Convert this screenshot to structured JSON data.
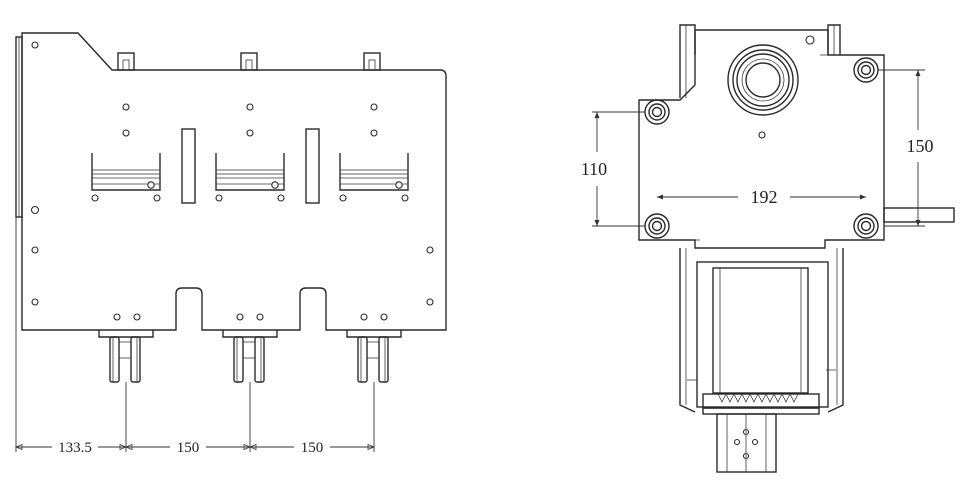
{
  "front_view": {
    "dimensions": {
      "offset_left": "133.5",
      "spacing_1": "150",
      "spacing_2": "150"
    }
  },
  "side_view": {
    "dimensions": {
      "vertical_left": "110",
      "horizontal": "192",
      "vertical_right": "150"
    }
  }
}
